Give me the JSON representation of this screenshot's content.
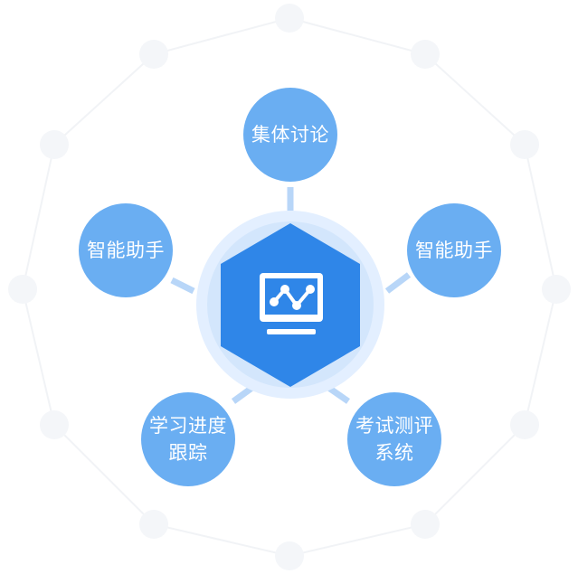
{
  "center": {
    "icon": "monitor-chart-icon"
  },
  "nodes": [
    {
      "id": "top",
      "lines": [
        "集体讨论"
      ]
    },
    {
      "id": "right",
      "lines": [
        "智能助手"
      ]
    },
    {
      "id": "bottom-right",
      "lines": [
        "考试测评",
        "系统"
      ]
    },
    {
      "id": "bottom-left",
      "lines": [
        "学习进度",
        "跟踪"
      ]
    },
    {
      "id": "left",
      "lines": [
        "智能助手"
      ]
    }
  ],
  "colors": {
    "bubble": "#6aaef2",
    "hexagon": "#2f86e8",
    "halo_outer": "#e3efff",
    "halo_inner": "#c9e0fb",
    "connector": "#b8d6f8",
    "background_ring": "#f1f3f6"
  }
}
